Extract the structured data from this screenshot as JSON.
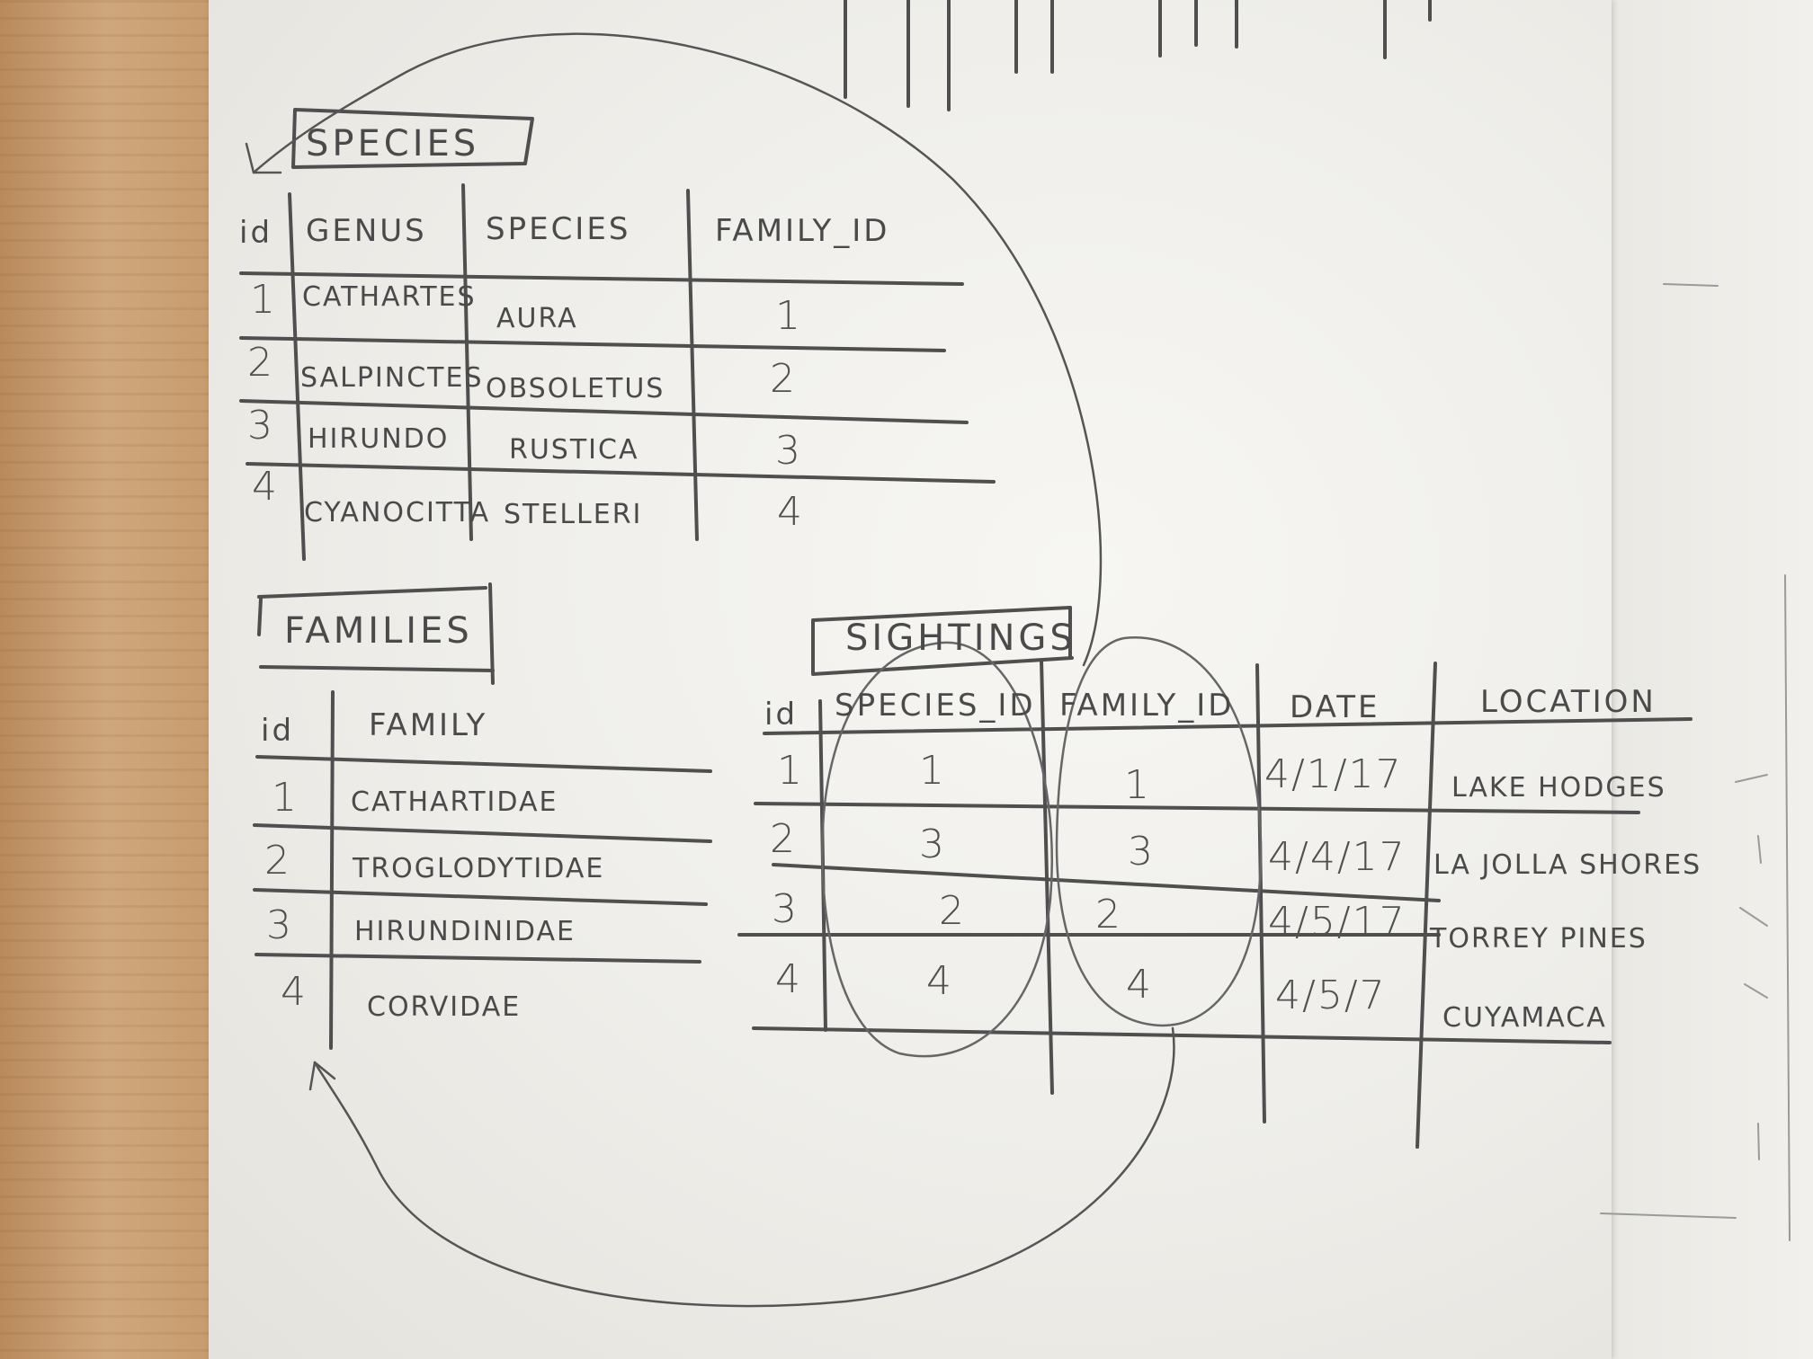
{
  "tables": {
    "species": {
      "title": "SPECIES",
      "headers": [
        "id",
        "GENUS",
        "SPECIES",
        "FAMILY_ID"
      ],
      "rows": [
        [
          "1",
          "CATHARTES",
          "AURA",
          "1"
        ],
        [
          "2",
          "SALPINCTES",
          "OBSOLETUS",
          "2"
        ],
        [
          "3",
          "HIRUNDO",
          "RUSTICA",
          "3"
        ],
        [
          "4",
          "CYANOCITTA",
          "STELLERI",
          "4"
        ]
      ]
    },
    "families": {
      "title": "FAMILIES",
      "headers": [
        "id",
        "FAMILY"
      ],
      "rows": [
        [
          "1",
          "CATHARTIDAE"
        ],
        [
          "2",
          "TROGLODYTIDAE"
        ],
        [
          "3",
          "HIRUNDINIDAE"
        ],
        [
          "4",
          "CORVIDAE"
        ]
      ]
    },
    "sightings": {
      "title": "SIGHTINGS",
      "headers": [
        "id",
        "SPECIES_ID",
        "FAMILY_ID",
        "DATE",
        "LOCATION"
      ],
      "rows": [
        [
          "1",
          "1",
          "1",
          "4/1/17",
          "LAKE HODGES"
        ],
        [
          "2",
          "3",
          "3",
          "4/4/17",
          "LA JOLLA SHORES"
        ],
        [
          "3",
          "2",
          "2",
          "4/5/17",
          "TORREY PINES"
        ],
        [
          "4",
          "4",
          "4",
          "4/5/7",
          "CUYAMACA"
        ]
      ]
    }
  },
  "colors": {
    "pencil": "#4a4a4a",
    "paper": "#f2f1ed",
    "wood": "#c59a6c"
  }
}
